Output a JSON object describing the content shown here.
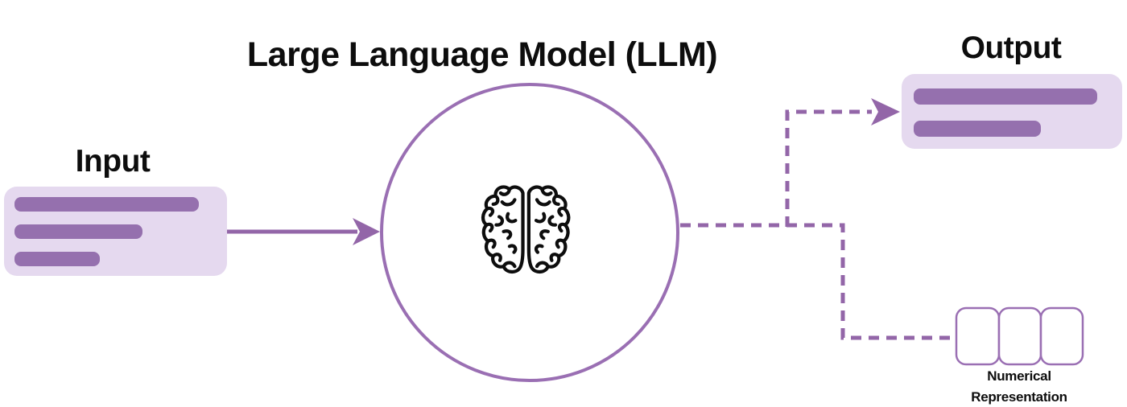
{
  "diagram": {
    "llm_title": "Large Language Model (LLM)",
    "input_label": "Input",
    "output_label": "Output",
    "numerical_representation_label": {
      "line1": "Numerical",
      "line2": "Representation"
    },
    "icon": "brain-icon",
    "flow": {
      "input_to_model": "solid-arrow",
      "model_to_output": "dashed-arrow",
      "model_to_numerical_representation": "dashed-line"
    },
    "numerical_cells_count": 3
  },
  "colors": {
    "background": "#ffffff",
    "ink": "#0d0d0d",
    "box_fill": "#e5d9ef",
    "bar_purple": "#9570ae",
    "line_purple": "#9366a8",
    "circle_stroke": "#9a6fb3"
  }
}
